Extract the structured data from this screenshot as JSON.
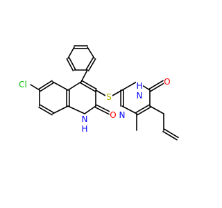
{
  "molecule": {
    "atom_labels": [
      {
        "id": "cl",
        "text": "Cl",
        "element": "Cl"
      },
      {
        "id": "s",
        "text": "S",
        "element": "S"
      },
      {
        "id": "n1h",
        "text": "H",
        "element": "N"
      },
      {
        "id": "n1",
        "text": "N",
        "element": "N"
      },
      {
        "id": "o1",
        "text": "O",
        "element": "O"
      },
      {
        "id": "n3h",
        "text": "H",
        "element": "N"
      },
      {
        "id": "n3",
        "text": "N",
        "element": "N"
      },
      {
        "id": "o2",
        "text": "O",
        "element": "O"
      },
      {
        "id": "n4",
        "text": "N",
        "element": "N"
      }
    ],
    "colors": {
      "carbon": "#000000",
      "nitrogen": "#0000FF",
      "oxygen": "#FF0000",
      "sulfur": "#B2B200",
      "chlorine": "#00C000"
    }
  }
}
